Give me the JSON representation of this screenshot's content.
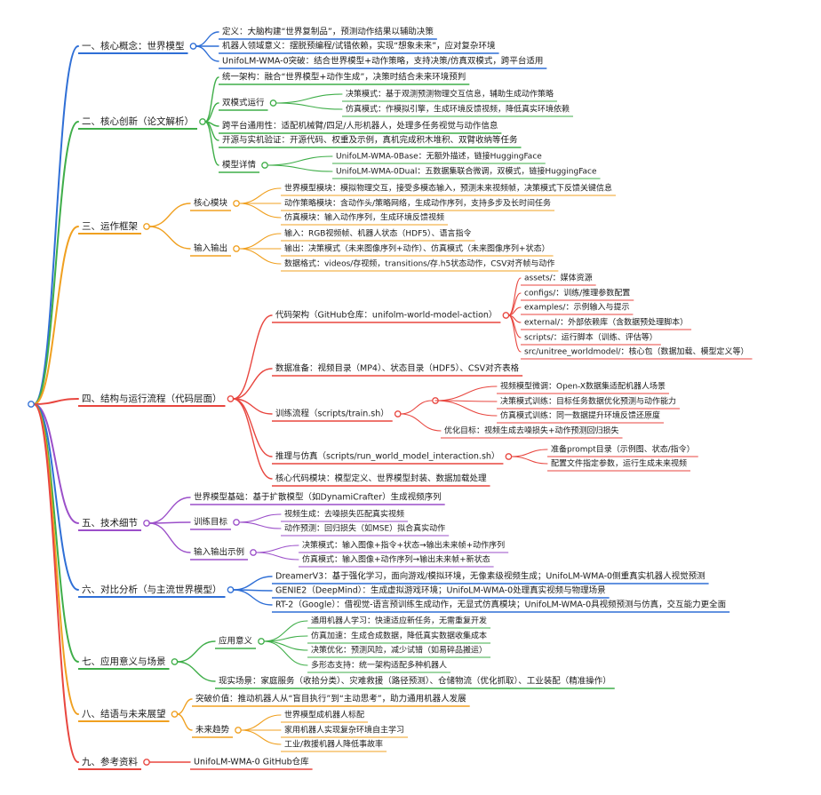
{
  "branches": [
    {
      "label": "一、核心概念：世界模型",
      "color": "#2f6fd6",
      "children": [
        {
          "label": "定义：大脑构建“世界复制品”，预测动作结果以辅助决策"
        },
        {
          "label": "机器人领域意义：摆脱预编程/试错依赖，实现“想象未来”，应对复杂环境"
        },
        {
          "label": "UnifoLM-WMA-0突破：结合世界模型+动作策略，支持决策/仿真双模式，跨平台适用"
        }
      ]
    },
    {
      "label": "二、核心创新（论文解析）",
      "color": "#3fae49",
      "children": [
        {
          "label": "统一架构：融合“世界模型+动作生成”，决策时结合未来环境预判"
        },
        {
          "label": "双模式运行",
          "children": [
            {
              "label": "决策模式：基于观测预测物理交互信息，辅助生成动作策略"
            },
            {
              "label": "仿真模式：作模拟引擎，生成环境反馈视频，降低真实环境依赖"
            }
          ]
        },
        {
          "label": "跨平台通用性：适配机械臂/四足/人形机器人，处理多任务视觉与动作信息"
        },
        {
          "label": "开源与实机验证：开源代码、权重及示例，真机完成积木堆积、双臂收纳等任务"
        },
        {
          "label": "模型详情",
          "children": [
            {
              "label": "UnifoLM-WMA-0Base：无额外描述，链接HuggingFace"
            },
            {
              "label": "UnifoLM-WMA-0Dual：五数据集联合微调，双模式，链接HuggingFace"
            }
          ]
        }
      ]
    },
    {
      "label": "三、运作框架",
      "color": "#f0a020",
      "children": [
        {
          "label": "核心模块",
          "children": [
            {
              "label": "世界模型模块：模拟物理交互，接受多模态输入，预测未来视频帧，决策模式下反馈关键信息"
            },
            {
              "label": "动作策略模块：含动作头/策略网络，生成动作序列，支持多步及长时间任务"
            },
            {
              "label": "仿真模块：输入动作序列，生成环境反馈视频"
            }
          ]
        },
        {
          "label": "输入输出",
          "children": [
            {
              "label": "输入：RGB视频帧、机器人状态（HDF5）、语言指令"
            },
            {
              "label": "输出：决策模式（未来图像序列+动作）、仿真模式（未来图像序列+状态）"
            },
            {
              "label": "数据格式：videos/存视频，transitions/存.h5状态动作，CSV对齐帧与动作"
            }
          ]
        }
      ]
    },
    {
      "label": "四、结构与运行流程（代码层面）",
      "color": "#e8463f",
      "children": [
        {
          "label": "代码架构（GitHub仓库：unifolm-world-model-action）",
          "children": [
            {
              "label": "assets/：媒体资源"
            },
            {
              "label": "configs/：训练/推理参数配置"
            },
            {
              "label": "examples/：示例输入与提示"
            },
            {
              "label": "external/：外部依赖库（含数据预处理脚本）"
            },
            {
              "label": "scripts/：运行脚本（训练、评估等）"
            },
            {
              "label": "src/unitree_worldmodel/：核心包（数据加载、模型定义等）"
            }
          ]
        },
        {
          "label": "数据准备：视频目录（MP4）、状态目录（HDF5）、CSV对齐表格"
        },
        {
          "label": "训练流程（scripts/train.sh）",
          "children": [
            {
              "label": "",
              "children": [
                {
                  "label": "视频模型微调：Open-X数据集适配机器人场景"
                },
                {
                  "label": "决策模式训练：目标任务数据优化预测与动作能力"
                },
                {
                  "label": "仿真模式训练：同一数据提升环境反馈还原度"
                }
              ]
            },
            {
              "label": "优化目标：视频生成去噪损失+动作预测回归损失"
            }
          ]
        },
        {
          "label": "推理与仿真（scripts/run_world_model_interaction.sh）",
          "children": [
            {
              "label": "准备prompt目录（示例图、状态/指令）"
            },
            {
              "label": "配置文件指定参数，运行生成未来视频"
            }
          ]
        },
        {
          "label": "核心代码模块：模型定义、世界模型封装、数据加载处理"
        }
      ]
    },
    {
      "label": "五、技术细节",
      "color": "#9b4fc9",
      "children": [
        {
          "label": "世界模型基础：基于扩散模型（如DynamiCrafter）生成视频序列"
        },
        {
          "label": "训练目标",
          "children": [
            {
              "label": "视频生成：去噪损失匹配真实视频"
            },
            {
              "label": "动作预测：回归损失（如MSE）拟合真实动作"
            }
          ]
        },
        {
          "label": "输入输出示例",
          "children": [
            {
              "label": "决策模式：输入图像+指令+状态→输出未来帧+动作序列"
            },
            {
              "label": "仿真模式：输入图像+动作序列→输出未来帧+新状态"
            }
          ]
        }
      ]
    },
    {
      "label": "六、对比分析（与主流世界模型）",
      "color": "#2f6fd6",
      "children": [
        {
          "label": "DreamerV3：基于强化学习，面向游戏/模拟环境，无像素级视频生成；UnifoLM-WMA-0侧重真实机器人视觉预测"
        },
        {
          "label": "GENIE2（DeepMind）：生成虚拟游戏环境；UnifoLM-WMA-0处理真实视频与物理场景"
        },
        {
          "label": "RT-2（Google）：借视觉-语言预训练生成动作，无显式仿真模块；UnifoLM-WMA-0具视频预测与仿真，交互能力更全面"
        }
      ]
    },
    {
      "label": "七、应用意义与场景",
      "color": "#3fae49",
      "children": [
        {
          "label": "应用意义",
          "children": [
            {
              "label": "通用机器人学习：快速适应新任务，无需重复开发"
            },
            {
              "label": "仿真加速：生成合成数据，降低真实数据收集成本"
            },
            {
              "label": "决策优化：预测风险，减少试错（如易碎品搬运）"
            },
            {
              "label": "多形态支持：统一架构适配多种机器人"
            }
          ]
        },
        {
          "label": "现实场景：家庭服务（收拾分类）、灾难救援（路径预测）、仓储物流（优化抓取）、工业装配（精准操作）"
        }
      ]
    },
    {
      "label": "八、结语与未来展望",
      "color": "#f0a020",
      "children": [
        {
          "label": "突破价值：推动机器人从“盲目执行”到“主动思考”，助力通用机器人发展"
        },
        {
          "label": "未来趋势",
          "children": [
            {
              "label": "世界模型成机器人标配"
            },
            {
              "label": "家用机器人实现复杂环境自主学习"
            },
            {
              "label": "工业/救援机器人降低事故率"
            }
          ]
        }
      ]
    },
    {
      "label": "九、参考资料",
      "color": "#e8463f",
      "children": [
        {
          "label": "UnifoLM-WMA-0 GitHub仓库"
        }
      ]
    }
  ]
}
